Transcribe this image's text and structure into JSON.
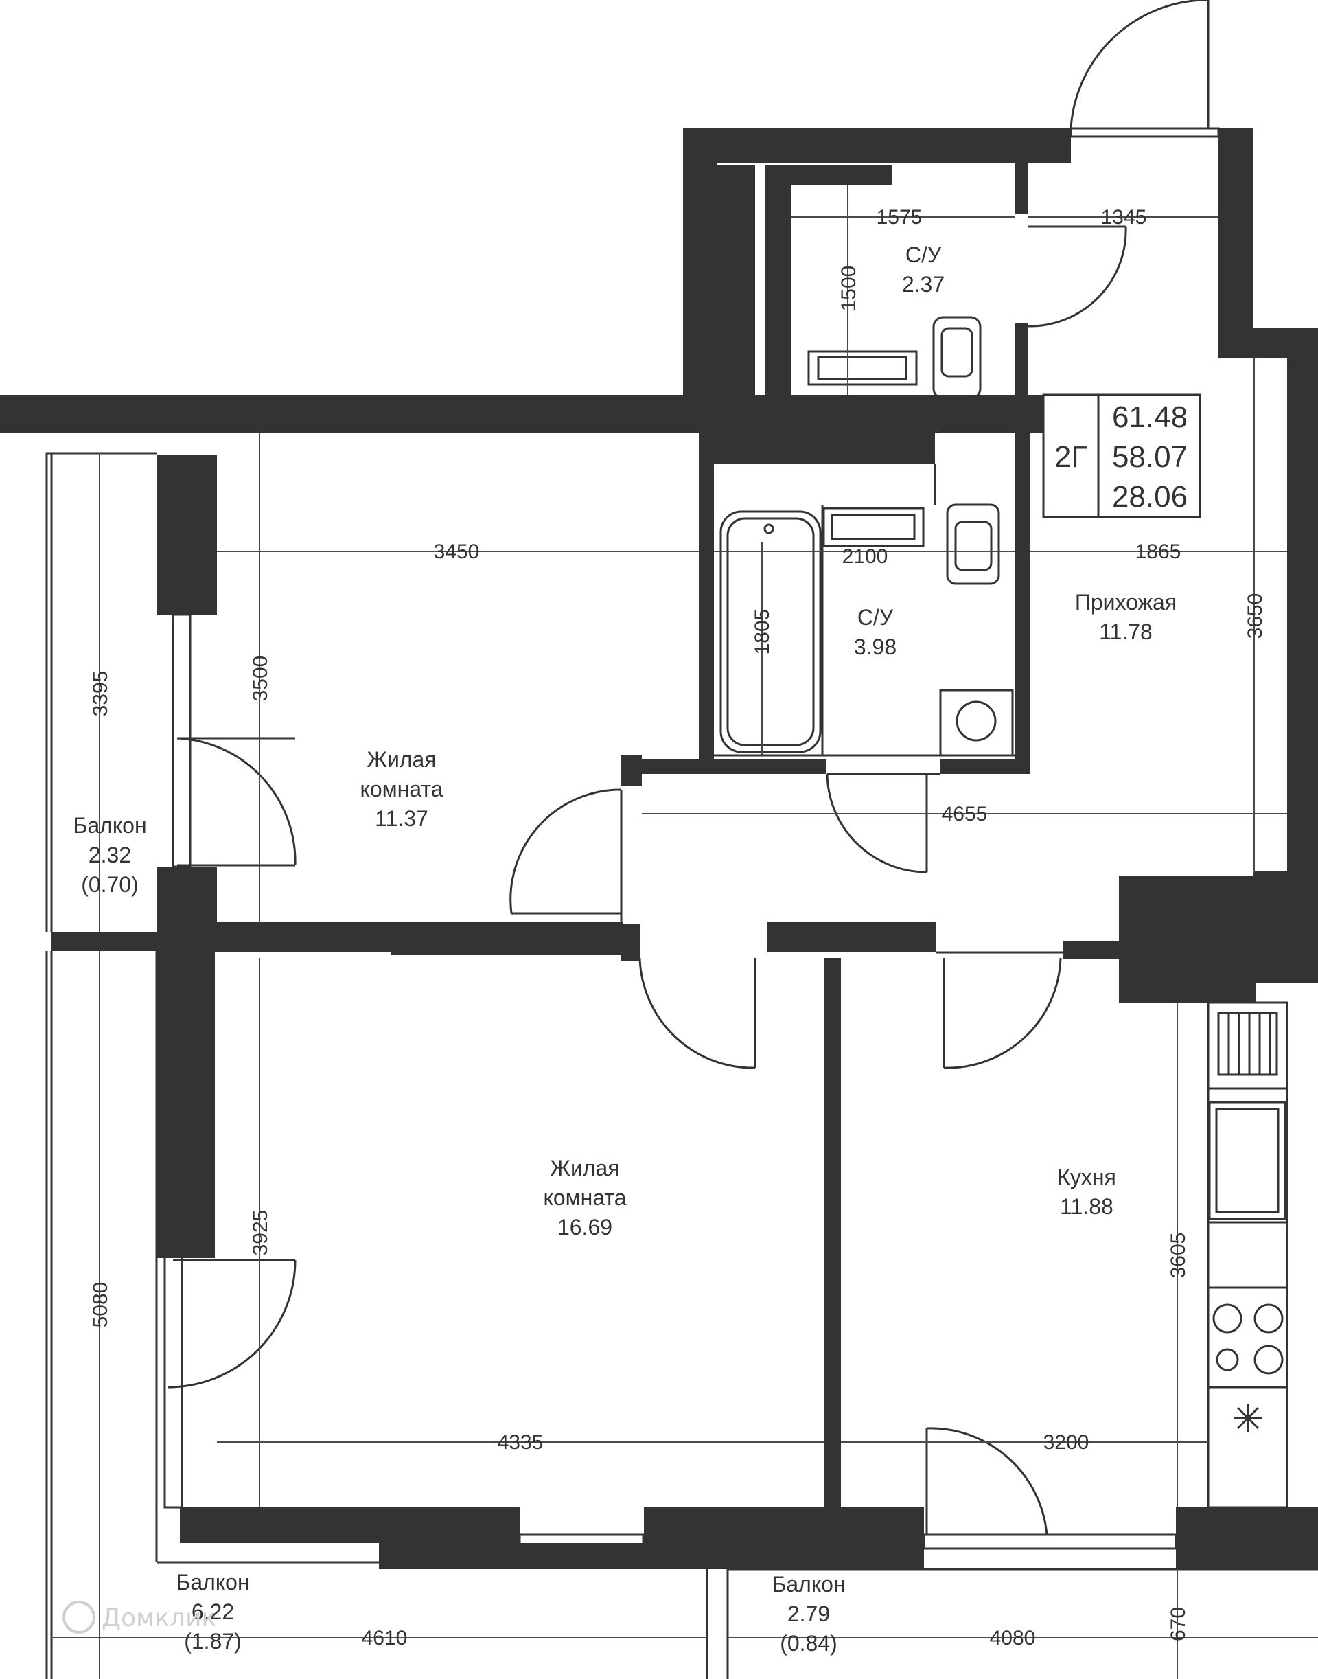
{
  "summary": {
    "type": "2Г",
    "areas": [
      "61.48",
      "58.07",
      "28.06"
    ]
  },
  "rooms": [
    {
      "id": "wc1",
      "name": "С/У",
      "area": "2.37"
    },
    {
      "id": "wc2",
      "name": "С/У",
      "area": "3.98"
    },
    {
      "id": "hall",
      "name": "Прихожая",
      "area": "11.78"
    },
    {
      "id": "living1",
      "name": "Жилая\nкомната",
      "name_lines": [
        "Жилая",
        "комната"
      ],
      "area": "11.37"
    },
    {
      "id": "living2",
      "name_lines": [
        "Жилая",
        "комната"
      ],
      "area": "16.69"
    },
    {
      "id": "kitchen",
      "name": "Кухня",
      "area": "11.88"
    },
    {
      "id": "balcony1",
      "name": "Балкон",
      "area": "2.32",
      "sub": "(0.70)"
    },
    {
      "id": "balcony2",
      "name": "Балкон",
      "area": "6.22",
      "sub": "(1.87)"
    },
    {
      "id": "balcony3",
      "name": "Балкон",
      "area": "2.79",
      "sub": "(0.84)"
    }
  ],
  "dimensions": {
    "wc1_width": "1575",
    "hall_top_width": "1345",
    "wc1_height": "1500",
    "living1_width": "3450",
    "wc2_width": "2100",
    "hall_width": "1865",
    "hall_height": "3650",
    "wc2_height": "1805",
    "living1_height": "3500",
    "balcony1_height": "3395",
    "corridor_width": "4655",
    "living2_height": "3925",
    "living2_width": "4335",
    "balcony2_height": "5080",
    "kitchen_height": "3605",
    "kitchen_width": "3200",
    "balcony2_width": "4610",
    "balcony3_width": "4080",
    "balcony3_height": "670"
  },
  "watermark": "Домклик"
}
